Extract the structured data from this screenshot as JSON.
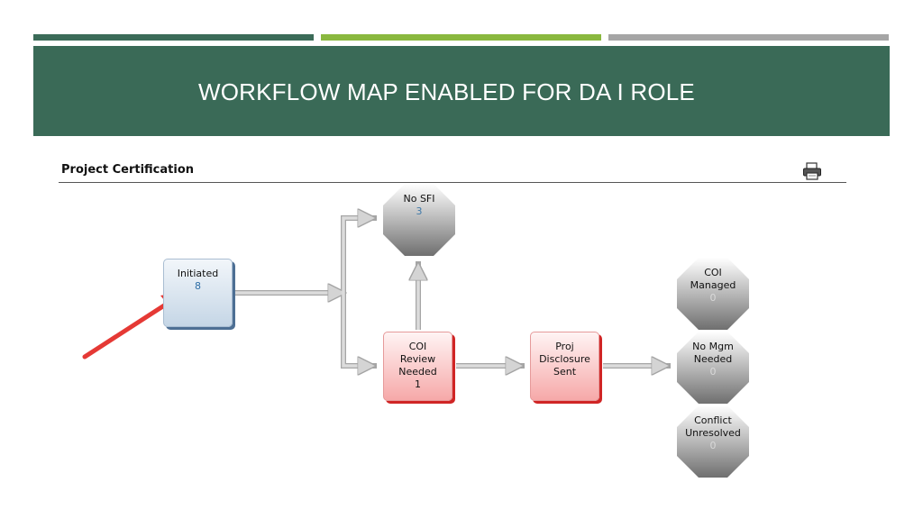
{
  "slide": {
    "title": "WORKFLOW MAP ENABLED FOR DA I ROLE",
    "accent_colors": {
      "green_dark": "#3a6a57",
      "green_light": "#8ab83f",
      "gray": "#a5a5a5"
    }
  },
  "section": {
    "title": "Project Certification",
    "print_icon": "printer-icon"
  },
  "workflow": {
    "initiated": {
      "label": "Initiated",
      "count": "8"
    },
    "no_sfi": {
      "label": "No SFI",
      "count": "3"
    },
    "coi_review": {
      "label": "COI\nReview\nNeeded",
      "count": "1"
    },
    "proj_disclosure": {
      "label": "Proj\nDisclosure\nSent"
    },
    "coi_managed": {
      "label": "COI\nManaged",
      "count": "0"
    },
    "no_mgm": {
      "label": "No Mgm\nNeeded",
      "count": "0"
    },
    "conflict": {
      "label": "Conflict\nUnresolved",
      "count": "0"
    }
  },
  "annotation": {
    "pointer": "red-arrow-icon",
    "color": "#e53935"
  }
}
